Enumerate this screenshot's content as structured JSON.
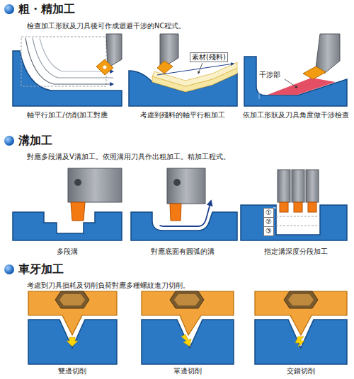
{
  "diagram": {
    "labels": [
      "粗・精加工",
      "檢查加工形狀及刀具後可作成迴避干涉的NC程式。",
      "素材(殘料)",
      "干涉部",
      "軸平行加工/仿削加工對應",
      "考慮到殘料的軸平行粗加工",
      "依加工形狀及刀具角度做干涉檢查",
      "溝加工",
      "對應多段溝及V溝加工。依照溝用刀具作出粗加工。精加工程式。",
      "①",
      "②",
      "③",
      "多段溝",
      "對應底面有圓弧的溝",
      "指定溝深度分段加工",
      "車牙加工",
      "考慮到刀具損耗及切削負荷對應多種螺紋進刀切削。",
      "雙邊切削",
      "單邊切削",
      "交錯切削"
    ]
  }
}
